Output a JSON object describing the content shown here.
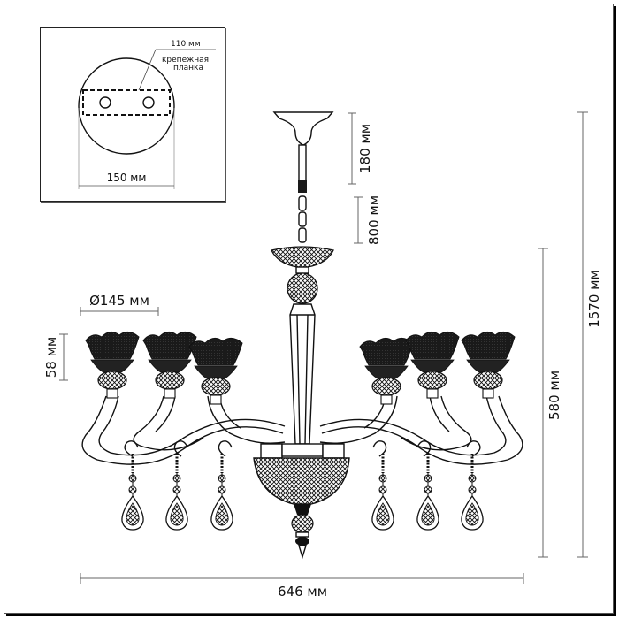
{
  "diagram": {
    "subject": "Chandelier dimensional drawing",
    "colors": {
      "line": "#111111",
      "dimension_line": "#666666",
      "shade_fill": "#1a1a1a",
      "background": "#ffffff"
    }
  },
  "inset": {
    "label_bracket_width": "110 мм",
    "label_bracket_name_line1": "крепежная",
    "label_bracket_name_line2": "планка",
    "label_canopy_diameter": "150 мм"
  },
  "dimensions": {
    "canopy_height": "180 мм",
    "chain_length": "800 мм",
    "shade_diameter": "Ø145 мм",
    "shade_height": "58 мм",
    "body_height": "580 мм",
    "max_height": "1570 мм",
    "width": "646 мм"
  }
}
